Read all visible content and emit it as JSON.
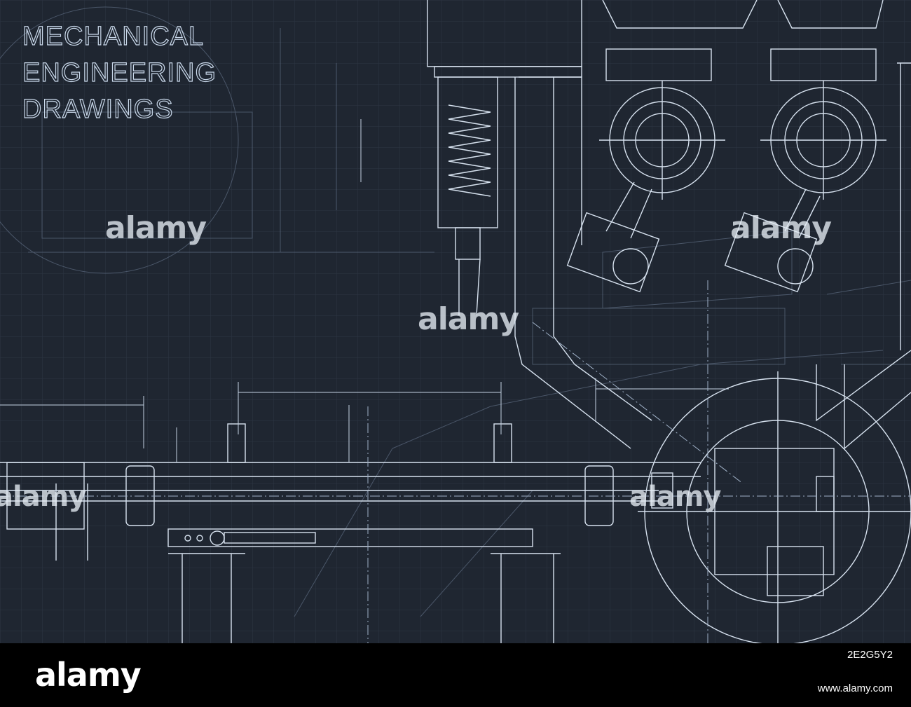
{
  "title": {
    "line1": "MECHANICAL",
    "line2": "ENGINEERING",
    "line3": "DRAWINGS"
  },
  "watermark": {
    "text": "alamy"
  },
  "footer": {
    "logo": "alamy",
    "image_id": "2E2G5Y2",
    "url": "www.alamy.com"
  },
  "colors": {
    "background": "#1f2631",
    "grid": "#2b3442",
    "line": "#d7e2ef",
    "line_dim": "#8a98ab",
    "footer": "#000000"
  }
}
